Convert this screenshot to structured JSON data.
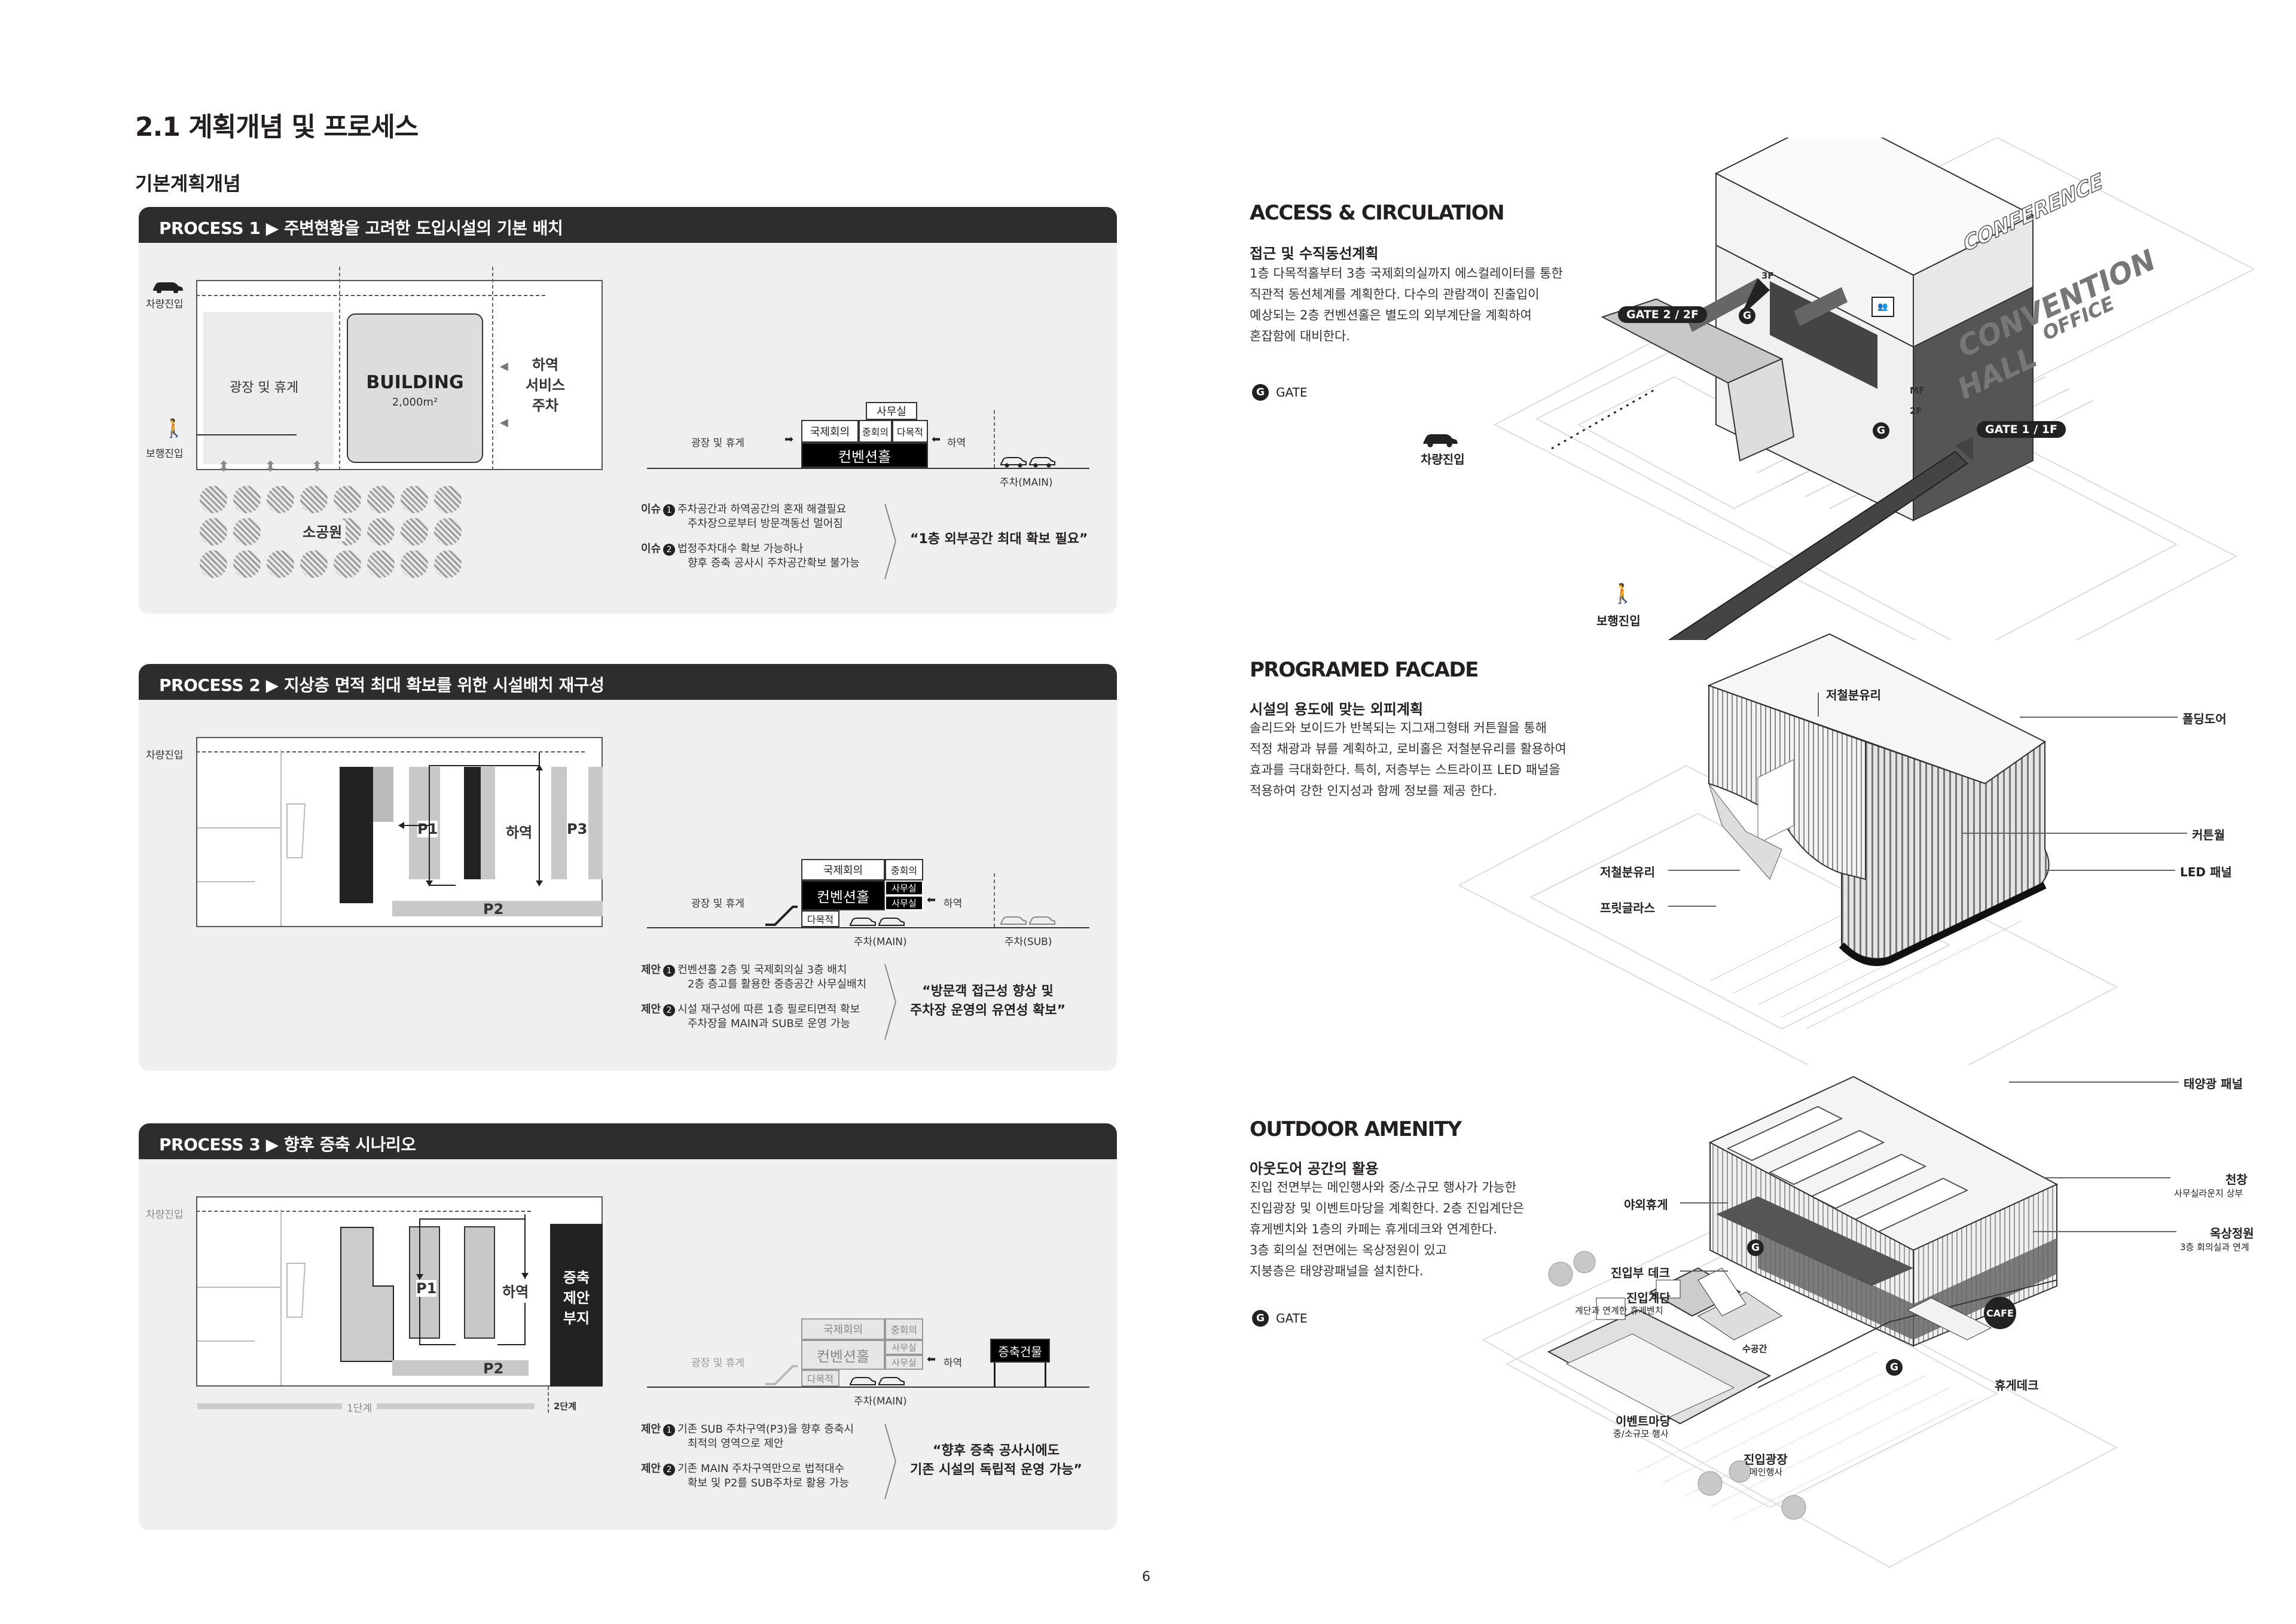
{
  "page": {
    "title": "2.1 계획개념 및 프로세스",
    "subtitle": "기본계획개념",
    "page_number": "6"
  },
  "p1": {
    "header": "PROCESS 1 ▶ 주변현황을 고려한 도입시설의 기본 배치",
    "car_entry": "차량진입",
    "ped_entry": "보행진입",
    "plaza": "광장 및 휴게",
    "building": "BUILDING",
    "building_area": "2,000m²",
    "service": [
      "하역",
      "서비스",
      "주차"
    ],
    "park": "소공원",
    "sec": {
      "office": "사무실",
      "conference": "국제회의",
      "mid": "중회의",
      "multi": "다목적",
      "hall": "컨벤션홀",
      "plaza": "광장 및 휴게",
      "unload": "하역",
      "parking": "주차(MAIN)"
    },
    "issue1_tag": "이슈",
    "issue1_num": "1",
    "issue1_text": [
      "주차공간과 하역공간의 혼재 해결필요",
      "주차장으로부터 방문객동선 멀어짐"
    ],
    "issue2_tag": "이슈",
    "issue2_num": "2",
    "issue2_text": [
      "법정주차대수 확보 가능하나",
      "향후 증축 공사시 주차공간확보 불가능"
    ],
    "quote": "“1층 외부공간 최대 확보 필요”"
  },
  "p2": {
    "header": "PROCESS 2 ▶ 지상층 면적 최대 확보를 위한 시설배치 재구성",
    "car_entry": "차량진입",
    "p1": "P1",
    "unload": "하역",
    "p3": "P3",
    "p2": "P2",
    "sec": {
      "conference": "국제회의",
      "mid": "중회의",
      "hall": "컨벤션홀",
      "office1": "사무실",
      "office2": "사무실",
      "multi": "다목적",
      "plaza": "광장 및 휴게",
      "unload": "하역",
      "parking_main": "주차(MAIN)",
      "parking_sub": "주차(SUB)"
    },
    "prop1_tag": "제안",
    "prop1_num": "1",
    "prop1_text": [
      "컨벤션홀 2층 및 국제회의실 3층 배치",
      "2층 층고를 활용한 중층공간 사무실배치"
    ],
    "prop2_tag": "제안",
    "prop2_num": "2",
    "prop2_text": [
      "시설 재구성에 따른 1층 필로티면적 확보",
      "주차장을 MAIN과 SUB로 운영 가능"
    ],
    "quote": [
      "“방문객 접근성 향상 및",
      "주차장 운영의 유연성 확보”"
    ]
  },
  "p3": {
    "header": "PROCESS 3 ▶ 향후 증축 시나리오",
    "car_entry": "차량진입",
    "p1": "P1",
    "unload": "하역",
    "p2": "P2",
    "ext": [
      "증축",
      "제안",
      "부지"
    ],
    "stage1": "1단계",
    "stage2": "2단계",
    "sec": {
      "conference": "국제회의",
      "mid": "중회의",
      "hall": "컨벤션홀",
      "office1": "사무실",
      "office2": "사무실",
      "multi": "다목적",
      "plaza": "광장 및 휴게",
      "unload": "하역",
      "parking": "주차(MAIN)",
      "ext_building": "증축건물"
    },
    "prop1_tag": "제안",
    "prop1_num": "1",
    "prop1_text": [
      "기존 SUB 주차구역(P3)을 향후 증축시",
      "최적의 영역으로 제안"
    ],
    "prop2_tag": "제안",
    "prop2_num": "2",
    "prop2_text": [
      "기존 MAIN 주차구역만으로 법적대수",
      "확보 및 P2를 SUB주차로 활용 가능"
    ],
    "quote": [
      "“향후 증축 공사시에도",
      "기존 시설의 독립적 운영 가능”"
    ]
  },
  "access": {
    "title": "ACCESS & CIRCULATION",
    "subtitle": "접근 및 수직동선계획",
    "body": [
      "1층 다목적홀부터 3층 국제회의실까지 에스컬레이터를 통한",
      "직관적 동선체계를 계획한다. 다수의 관람객이 진출입이",
      "예상되는 2층 컨벤션홀은 별도의 외부계단을 계획하여",
      "혼잡함에 대비한다."
    ],
    "gate_legend": "GATE",
    "gate_icon": "G",
    "gate2": "GATE 2 / 2F",
    "gate1": "GATE 1 / 1F",
    "car_entry": "차량진입",
    "ped_entry": "보행진입",
    "sign_conf": "CONFERENCE",
    "sign_conv": "CONVENTION",
    "sign_hall": "HALL",
    "sign_office": "OFFICE",
    "floor3": "3F",
    "floormf": "MF",
    "floor2": "2F"
  },
  "facade": {
    "title": "PROGRAMED FACADE",
    "subtitle": "시설의 용도에 맞는 외피계획",
    "body": [
      "솔리드와 보이드가 반복되는 지그재그형태 커튼월을 통해",
      "적정 채광과 뷰를 계획하고, 로비홀은 저철분유리를 활용하여",
      "효과를 극대화한다. 특히, 저층부는 스트라이프 LED 패널을",
      "적용하여 강한 인지성과 함께 정보를 제공 한다."
    ],
    "c_lowiron_top": "저철분유리",
    "c_folding": "폴딩도어",
    "c_curtain": "커튼월",
    "c_led": "LED 패널",
    "c_lowiron": "저철분유리",
    "c_frit": "프릿글라스"
  },
  "outdoor": {
    "title": "OUTDOOR AMENITY",
    "subtitle": "아웃도어 공간의 활용",
    "body": [
      "진입 전면부는 메인행사와 중/소규모 행사가 가능한",
      "진입광장 및 이벤트마당을 계획한다. 2층 진입계단은",
      "휴게벤치와 1층의 카페는 휴게데크와 연계한다.",
      "3층 회의실 전면에는 옥상정원이 있고",
      "지붕층은 태양광패널을 설치한다."
    ],
    "gate_legend": "GATE",
    "gate_icon": "G",
    "c_solar": "태양광 패널",
    "c_skylight": "천창",
    "c_skylight_sub": "사무실라운지 상부",
    "c_roofgarden": "옥상정원",
    "c_roofgarden_sub": "3층 회의실과 연계",
    "c_outdoor_rest": "야외휴게",
    "c_deck": "진입부 데크",
    "c_stair": "진입계단",
    "c_stair_sub": "계단과 연계한 휴게벤치",
    "c_water": "수공간",
    "c_event": "이벤트마당",
    "c_event_sub": "중/소규모 행사",
    "c_plaza": "진입광장",
    "c_plaza_sub": "메인행사",
    "c_restdeck": "휴게데크",
    "cafe": "CAFE"
  }
}
